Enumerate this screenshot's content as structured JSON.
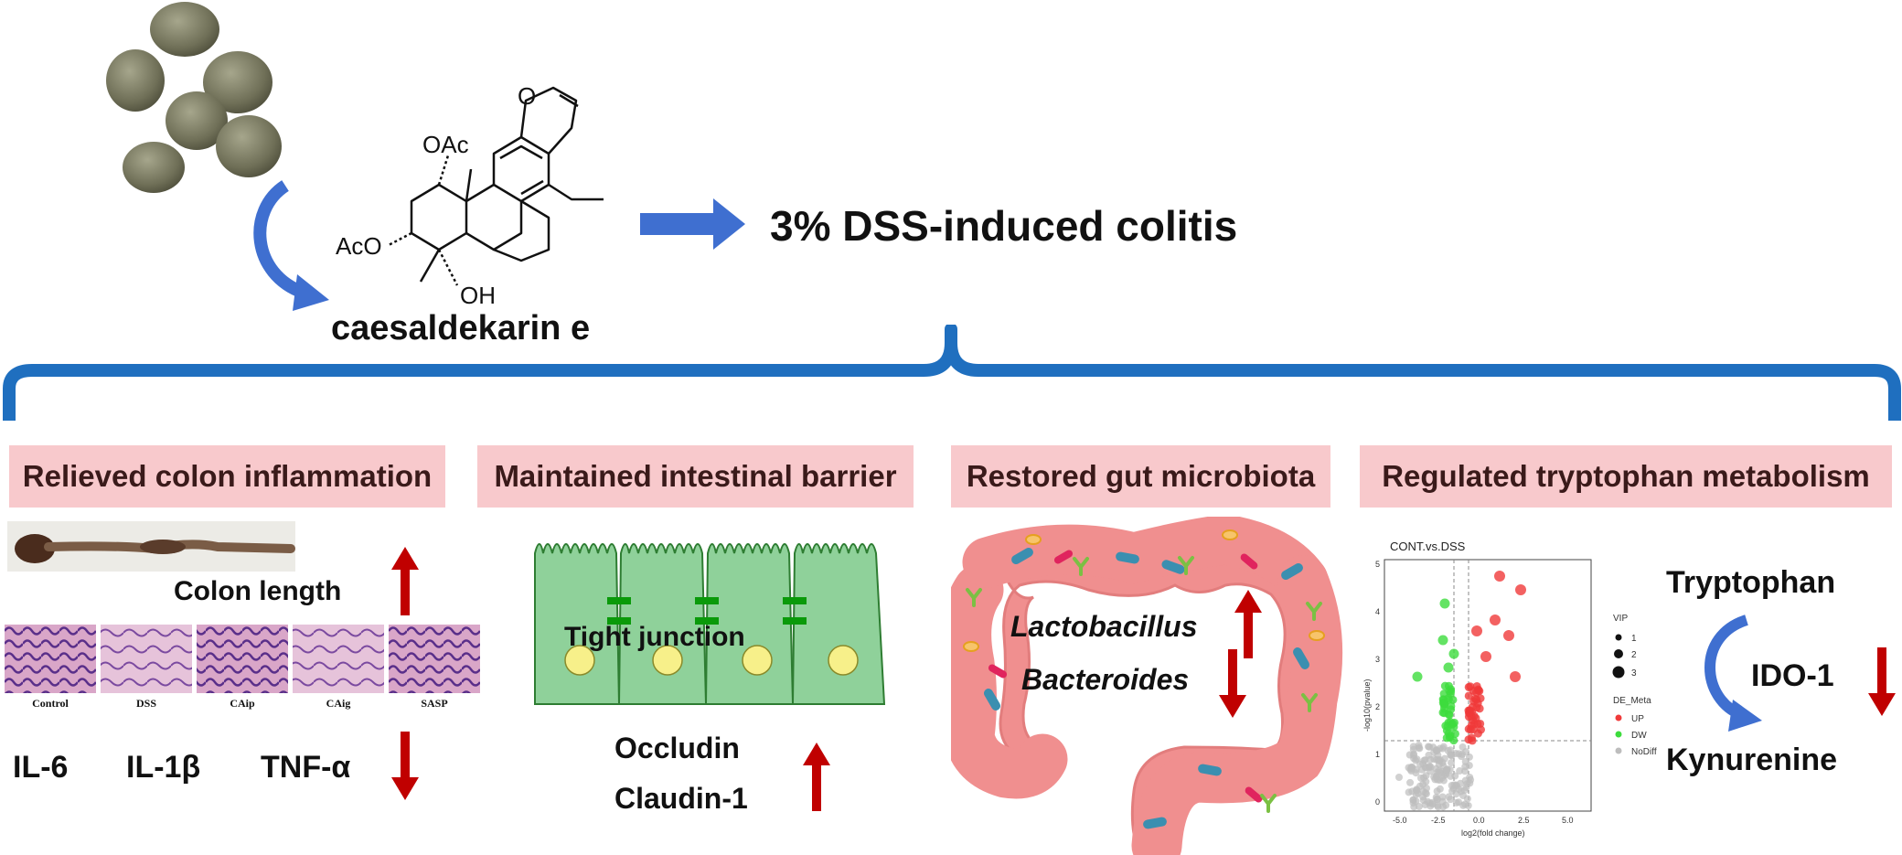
{
  "compound": {
    "name": "caesaldekarin e",
    "oac_top": "OAc",
    "aco_left": "AcO",
    "oh": "OH",
    "ring_o": "O"
  },
  "model": "3% DSS-induced colitis",
  "sections": [
    {
      "header": "Relieved colon inflammation",
      "colon_length": "Colon length",
      "histology_labels": [
        "Control",
        "DSS",
        "CAip",
        "CAig",
        "SASP"
      ],
      "cytokines": [
        "IL-6",
        "IL-1β",
        "TNF-α"
      ]
    },
    {
      "header": "Maintained intestinal barrier",
      "tight_junction": "Tight junction",
      "proteins": [
        "Occludin",
        "Claudin-1"
      ]
    },
    {
      "header": "Restored gut microbiota",
      "taxa": [
        "Lactobacillus",
        "Bacteroides"
      ]
    },
    {
      "header": "Regulated tryptophan metabolism",
      "volcano": {
        "title": "CONT.vs.DSS",
        "xlabel": "log2(fold change)",
        "ylabel": "-log10(pvalue)",
        "xticks": [
          "-5.0",
          "-2.5",
          "0.0",
          "2.5",
          "5.0"
        ],
        "yticks": [
          "0",
          "1",
          "2",
          "3",
          "4",
          "5"
        ],
        "legend_vip_title": "VIP",
        "legend_vip_items": [
          "1",
          "2",
          "3"
        ],
        "legend_meta_title": "DE_Meta",
        "legend_meta_items": [
          "UP",
          "DW",
          "NoDiff"
        ],
        "colors": {
          "up": "#f03a3a",
          "dw": "#3ddc3d",
          "nodiff": "#bdbdbd"
        }
      },
      "pathway": {
        "substrate": "Tryptophan",
        "enzyme": "IDO-1",
        "product": "Kynurenine"
      }
    }
  ],
  "colors": {
    "header_bg": "#f8c9cc",
    "brace": "#1f6fbf",
    "arrow_blue": "#3f6fd0",
    "arrow_red": "#c00000",
    "cell_fill": "#8fd19a",
    "cell_stroke": "#2e7d32",
    "junction": "#0a9a0a",
    "nucleus": "#f7f08a",
    "colon_fill": "#f08f8f"
  }
}
